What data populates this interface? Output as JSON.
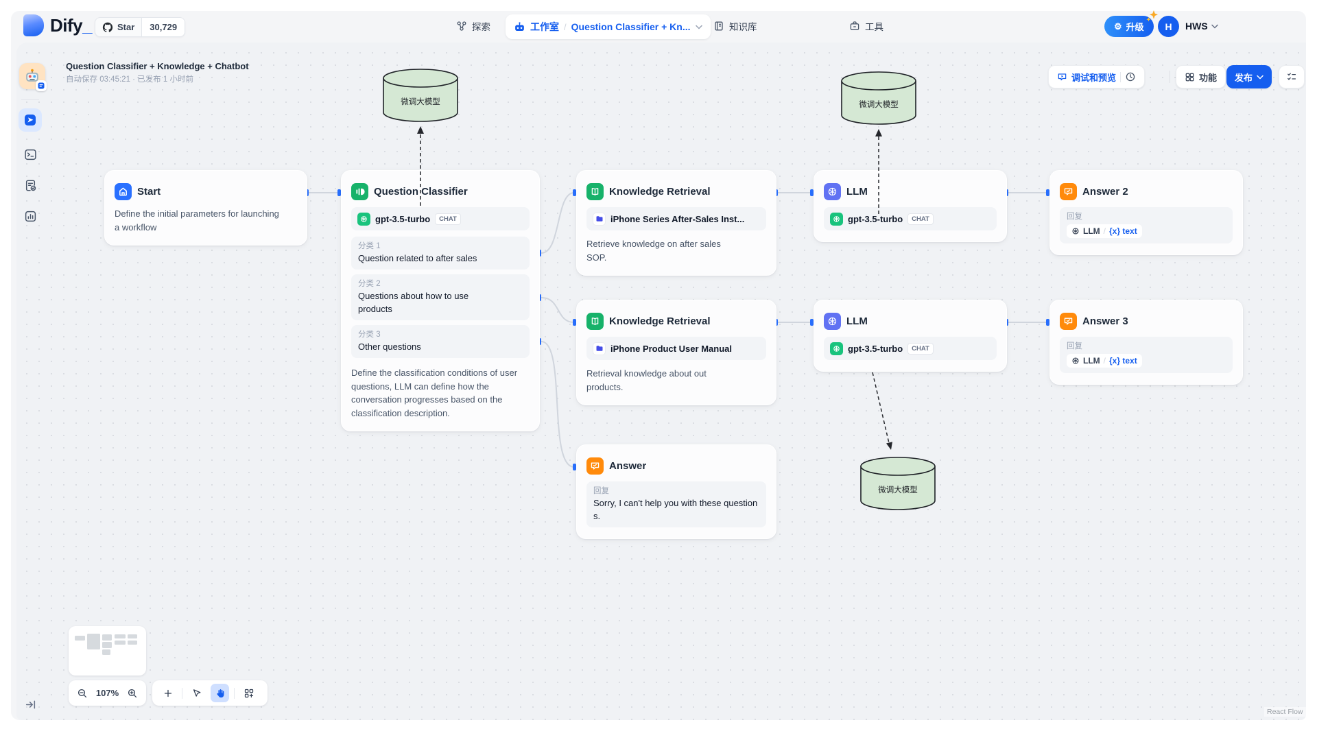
{
  "header": {
    "logo_text": "Dify",
    "logo_accent": "_",
    "github": {
      "star_label": "Star",
      "star_count": "30,729"
    },
    "nav": {
      "explore": "探索",
      "studio": "工作室",
      "divider": "/",
      "app_name": "Question Classifier + Kn...",
      "knowledge": "知识库",
      "tools": "工具"
    },
    "upgrade_label": "升级",
    "user": {
      "initial": "H",
      "name": "HWS"
    }
  },
  "app_panel": {
    "title": "Question Classifier + Knowledge + Chatbot",
    "subtitle": "自动保存 03:45:21 · 已发布 1 小时前"
  },
  "toolbar": {
    "debug_preview": "调试和预览",
    "features": "功能",
    "publish": "发布"
  },
  "nodes": {
    "start": {
      "title": "Start",
      "description": "Define the initial parameters for launching a workflow"
    },
    "classifier": {
      "title": "Question Classifier",
      "model_name": "gpt-3.5-turbo",
      "model_mode": "CHAT",
      "classes": [
        {
          "label": "分类 1",
          "text": "Question related to after sales"
        },
        {
          "label": "分类 2",
          "text": "Questions about how to use products"
        },
        {
          "label": "分类 3",
          "text": "Other questions"
        }
      ],
      "description": "Define the classification conditions of user questions, LLM can define how the conversation progresses based on the classification description."
    },
    "kr1": {
      "title": "Knowledge Retrieval",
      "dataset": "iPhone Series After-Sales Inst...",
      "description": "Retrieve knowledge on after sales SOP."
    },
    "kr2": {
      "title": "Knowledge Retrieval",
      "dataset": "iPhone Product User Manual",
      "description": "Retrieval knowledge about out products."
    },
    "llm1": {
      "title": "LLM",
      "model_name": "gpt-3.5-turbo",
      "model_mode": "CHAT"
    },
    "llm2": {
      "title": "LLM",
      "model_name": "gpt-3.5-turbo",
      "model_mode": "CHAT"
    },
    "answer": {
      "title": "Answer",
      "reply_label": "回复",
      "reply_text": "Sorry, I can't help you with these questions."
    },
    "answer2": {
      "title": "Answer 2",
      "reply_label": "回复",
      "var_node": "LLM",
      "var_sep": "/",
      "var_prefix": "{x}",
      "var_field": "text"
    },
    "answer3": {
      "title": "Answer 3",
      "reply_label": "回复",
      "var_node": "LLM",
      "var_sep": "/",
      "var_prefix": "{x}",
      "var_field": "text"
    }
  },
  "annotations": {
    "finetune_label": "微调大模型"
  },
  "controls": {
    "zoom_level": "107%"
  },
  "attribution": "React Flow",
  "icons": {
    "gear": "⚙"
  },
  "colors": {
    "accent_blue": "#155eef",
    "start_node": "#2970ff",
    "classifier_node": "#17b26a",
    "knowledge_node": "#17b26a",
    "llm_node": "#6172f3",
    "answer_node": "#ff8a0b",
    "openai_green": "#19c37d",
    "cylinder_fill": "#d5e8d4",
    "edge_gray": "#d0d5dd",
    "handle_blue": "#2970ff"
  }
}
